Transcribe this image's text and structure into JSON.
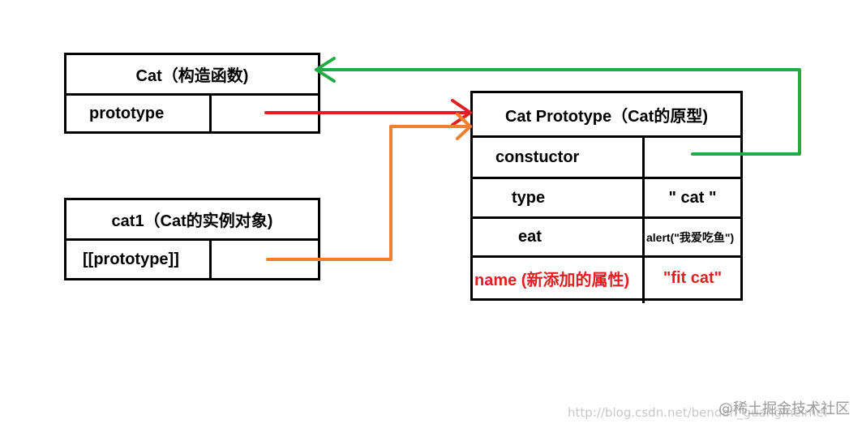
{
  "constructor_box": {
    "title": "Cat（构造函数)",
    "row_label": "prototype"
  },
  "instance_box": {
    "title": "cat1（Cat的实例对象)",
    "row_label": "[[prototype]]"
  },
  "prototype_box": {
    "title": "Cat Prototype（Cat的原型)",
    "rows": [
      {
        "label": "constuctor",
        "value": ""
      },
      {
        "label": "type",
        "value": "\" cat \""
      },
      {
        "label": "eat",
        "value": "alert(\"我爱吃鱼\")"
      },
      {
        "label": "name (新添加的属性)",
        "value": "\"fit cat\""
      }
    ]
  },
  "arrows": {
    "prototype_link_color": "#e02020",
    "instance_link_color": "#f08030",
    "constructor_link_color": "#22aa44"
  },
  "watermark": {
    "url": "http://blog.csdn.net/bendan_guangmeimei",
    "brand": "@稀土掘金技术社区"
  }
}
